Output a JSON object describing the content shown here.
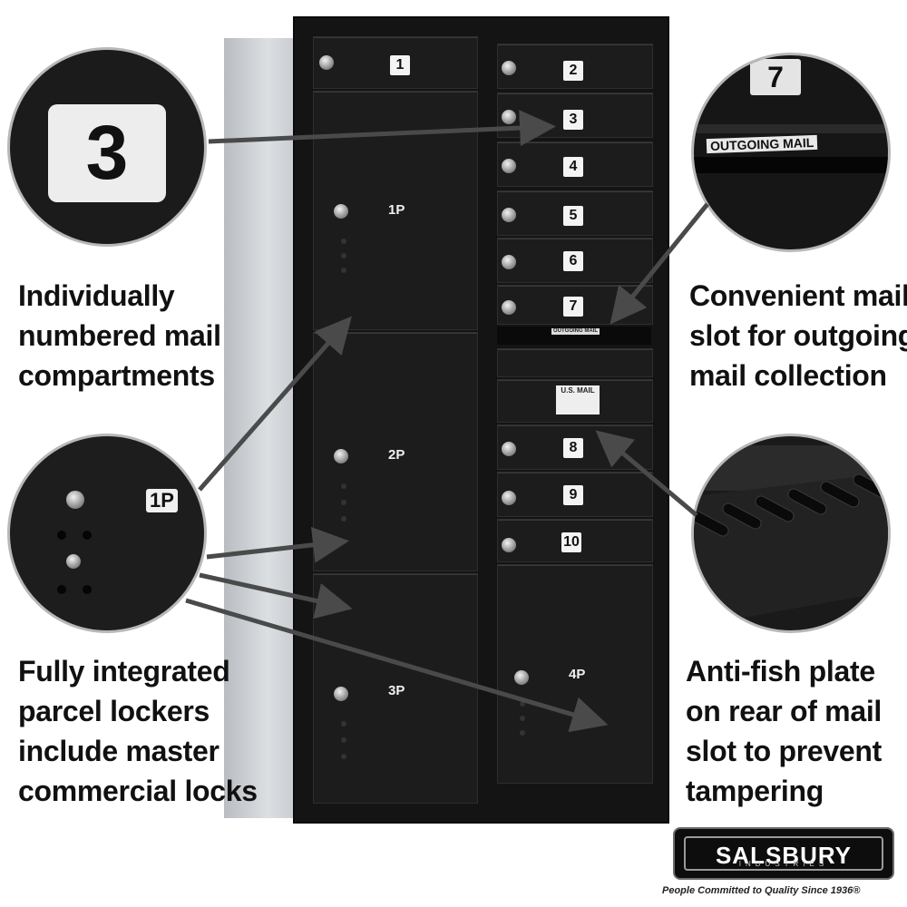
{
  "compartments": [
    "1",
    "2",
    "3",
    "4",
    "5",
    "6",
    "7",
    "8",
    "9",
    "10"
  ],
  "parcels": [
    "1P",
    "2P",
    "3P",
    "4P"
  ],
  "slot_label": "OUTGOING MAIL",
  "usmail_label": "U.S. MAIL",
  "zoom": {
    "number": "3",
    "number_7": "7",
    "outgoing": "OUTGOING MAIL",
    "parcel": "1P"
  },
  "captions": {
    "numbered": [
      "Individually",
      "numbered mail",
      "compartments"
    ],
    "outgoing": [
      "Convenient mail",
      "slot for outgoing",
      "mail collection"
    ],
    "parcel": [
      "Fully integrated",
      "parcel lockers",
      "include master",
      "commercial locks"
    ],
    "antifish": [
      "Anti-fish plate",
      "on rear of mail",
      "slot to prevent",
      "tampering"
    ]
  },
  "logo": {
    "name": "SALSBURY",
    "sub": "INDUSTRIES",
    "tagline": "People Committed to Quality Since 1936®"
  },
  "colors": {
    "cabinet": "#141414",
    "arrow": "#4a4a4a",
    "label": "#f3f3f3"
  }
}
